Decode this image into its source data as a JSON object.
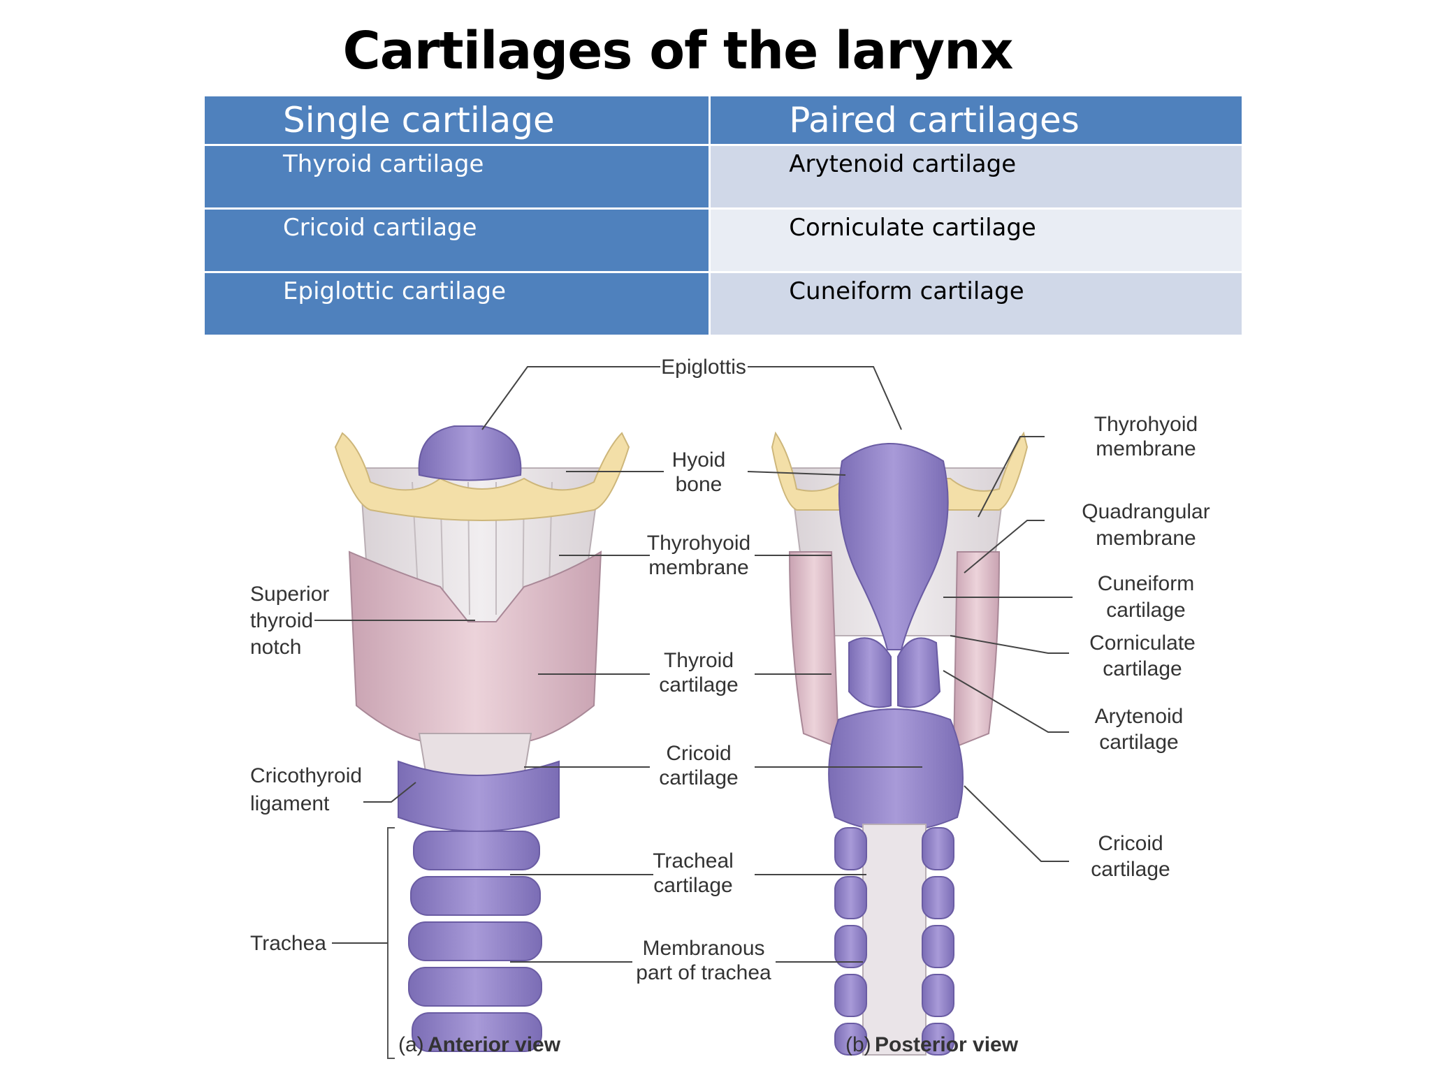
{
  "title": "Cartilages of the larynx",
  "table": {
    "headers": [
      "Single cartilage",
      "Paired cartilages"
    ],
    "rows": [
      [
        "Thyroid cartilage",
        "Arytenoid cartilage"
      ],
      [
        "Cricoid cartilage",
        "Corniculate cartilage"
      ],
      [
        "Epiglottic cartilage",
        "Cuneiform cartilage"
      ]
    ]
  },
  "figure": {
    "labels": {
      "epiglottis": "Epiglottis",
      "hyoid_1": "Hyoid",
      "hyoid_2": "bone",
      "thyrohyoid_1": "Thyrohyoid",
      "thyrohyoid_2": "membrane",
      "thyroid_1": "Thyroid",
      "thyroid_2": "cartilage",
      "cricoid_1": "Cricoid",
      "cricoid_2": "cartilage",
      "tracheal_1": "Tracheal",
      "tracheal_2": "cartilage",
      "membranous_1": "Membranous",
      "membranous_2": "part of trachea",
      "sup_notch_1": "Superior",
      "sup_notch_2": "thyroid",
      "sup_notch_3": "notch",
      "cricothyroid_1": "Cricothyroid",
      "cricothyroid_2": "ligament",
      "trachea": "Trachea",
      "r_thyrohyoid_1": "Thyrohyoid",
      "r_thyrohyoid_2": "membrane",
      "quadrangular_1": "Quadrangular",
      "quadrangular_2": "membrane",
      "cuneiform_1": "Cuneiform",
      "cuneiform_2": "cartilage",
      "corniculate_1": "Corniculate",
      "corniculate_2": "cartilage",
      "arytenoid_1": "Arytenoid",
      "arytenoid_2": "cartilage",
      "r_cricoid_1": "Cricoid",
      "r_cricoid_2": "cartilage"
    },
    "caption_a_prefix": "(a)",
    "caption_a": "Anterior view",
    "caption_b_prefix": "(b)",
    "caption_b": "Posterior view"
  },
  "colors": {
    "header_blue": "#4f81bd",
    "row_light": "#d0d8e8",
    "row_lighter": "#e9edf4",
    "cartilage_purple": "#8f82c4",
    "thyroid_pink": "#dcbfc8",
    "bone_cream": "#f3dfa8"
  }
}
